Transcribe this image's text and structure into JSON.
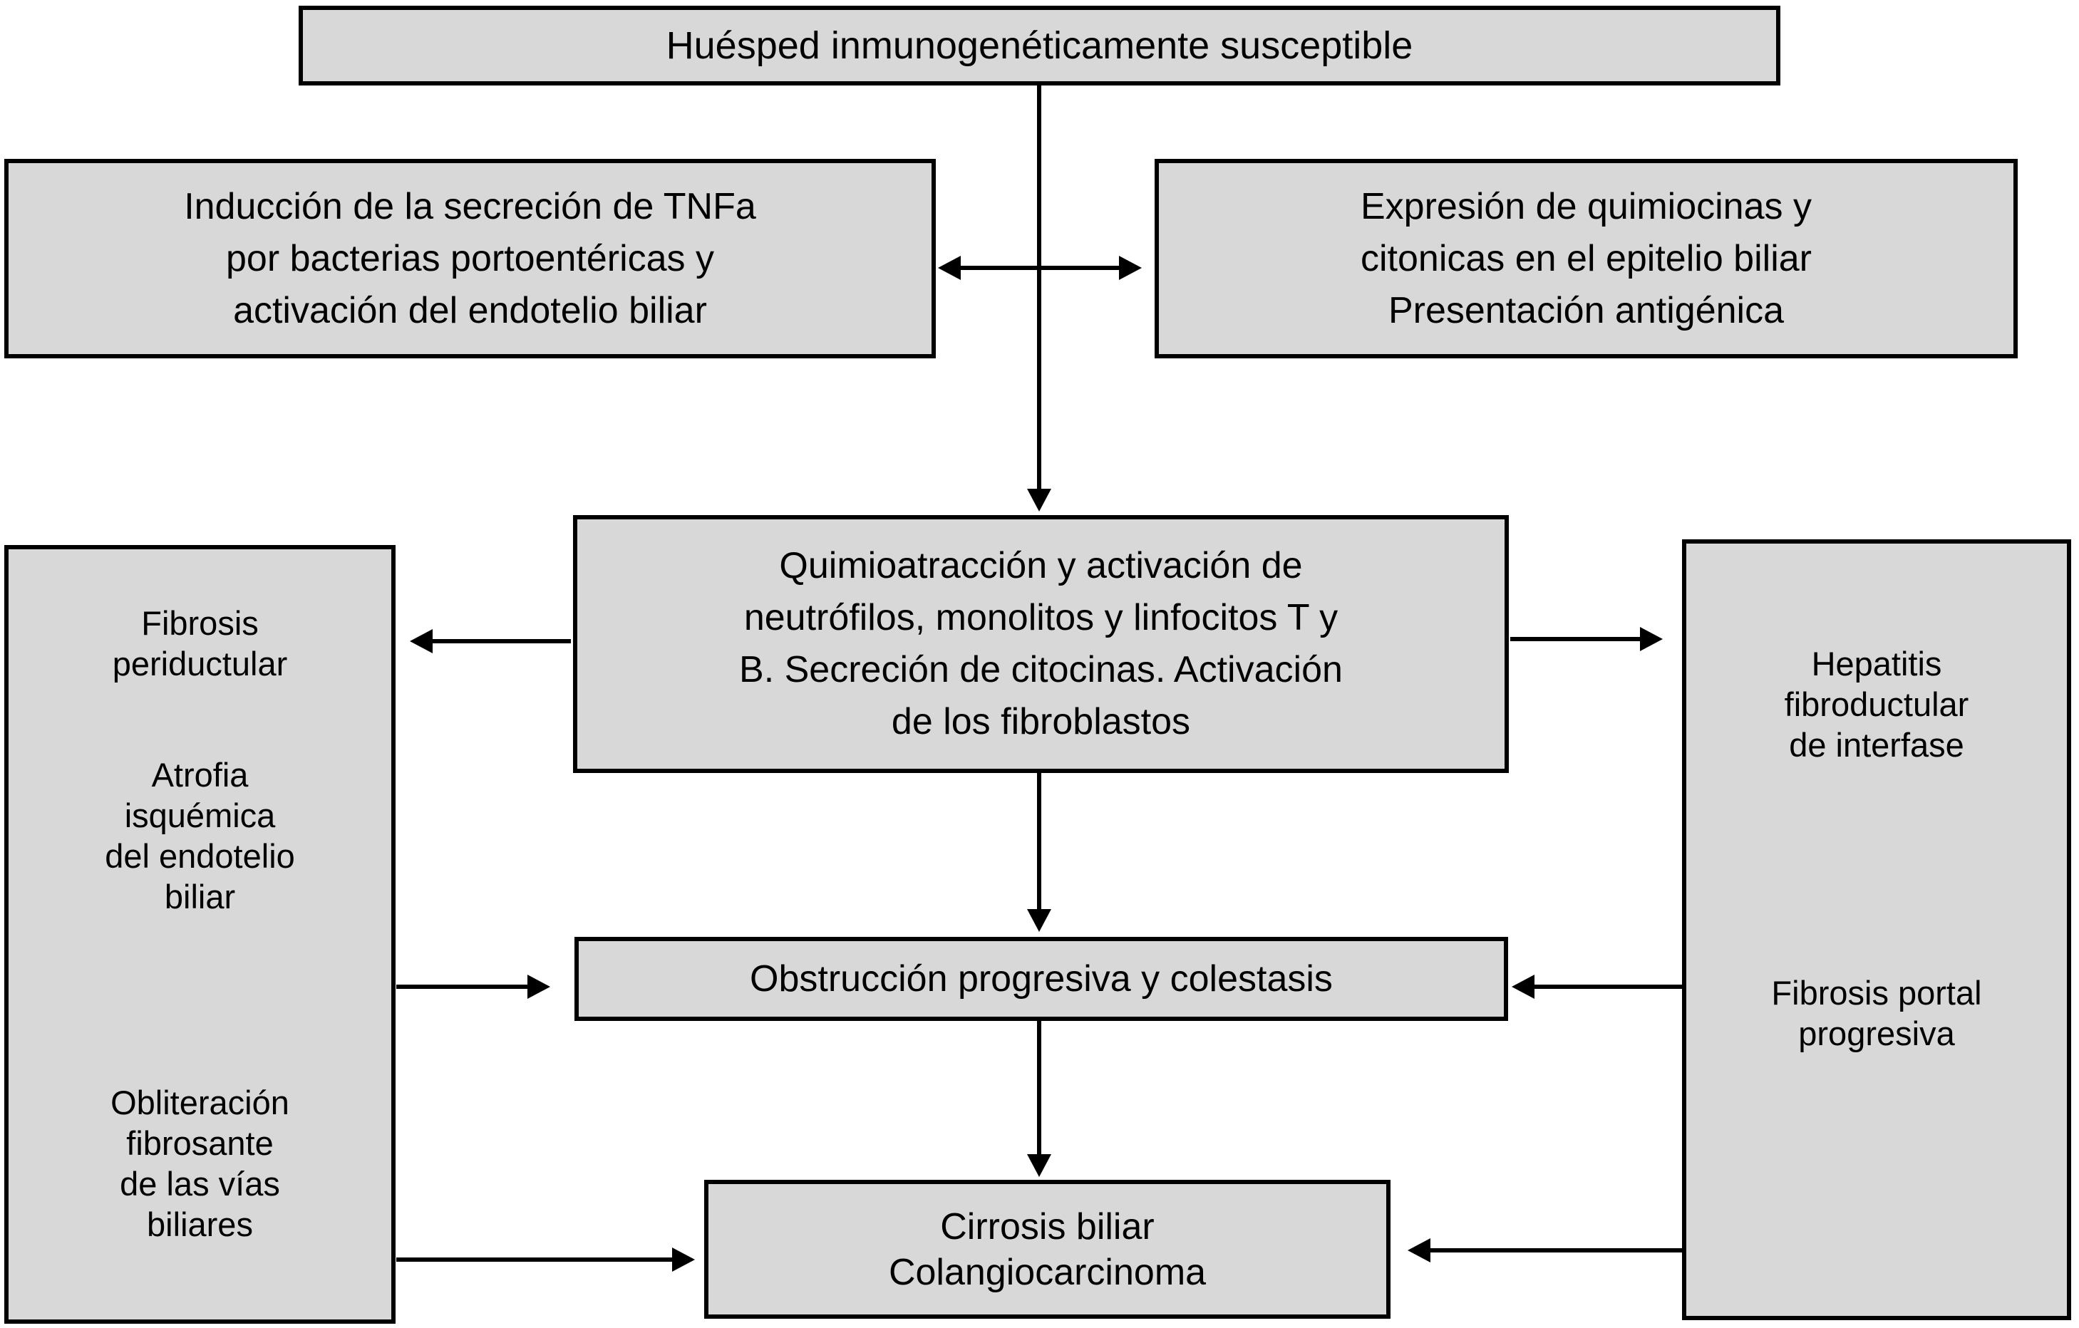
{
  "colors": {
    "background": "#ffffff",
    "box_fill": "#d8d8d8",
    "box_border": "#000000",
    "arrow": "#000000",
    "text": "#000000"
  },
  "nodes": {
    "huesped": "Huésped inmunogenéticamente susceptible",
    "induccion": "Inducción de la secreción de TNFa\npor bacterias portoentéricas y\nactivación del endotelio biliar",
    "expresion": "Expresión de quimiocinas y\ncitonicas en el epitelio biliar\nPresentación antigénica",
    "quimioatraccion": "Quimioatracción y activación de\nneutrófilos, monolitos y linfocitos T y\nB. Secreción de citocinas. Activación\nde los fibroblastos",
    "fibrosis_periductular": "Fibrosis\nperiductular",
    "atrofia_isquemica": "Atrofia\nisquémica\ndel endotelio\nbiliar",
    "obliteracion_fibrosante": "Obliteración\nfibrosante\nde las vías\nbiliares",
    "hepatitis_fibroductular": "Hepatitis\nfibroductular\nde interfase",
    "fibrosis_portal": "Fibrosis portal\nprogresiva",
    "obstruccion": "Obstrucción progresiva y colestasis",
    "cirrosis": "Cirrosis biliar\nColangiocarcinoma"
  },
  "edges": [
    {
      "from": "huesped",
      "to": "quimioatraccion",
      "arrow": "down"
    },
    {
      "from": "induccion",
      "to": "expresion",
      "arrow": "double-horizontal"
    },
    {
      "from": "quimioatraccion",
      "to": "fibrosis_periductular",
      "arrow": "left"
    },
    {
      "from": "quimioatraccion",
      "to": "hepatitis_fibroductular",
      "arrow": "right"
    },
    {
      "from": "quimioatraccion",
      "to": "obstruccion",
      "arrow": "down"
    },
    {
      "from": "left_column",
      "to": "obstruccion",
      "arrow": "right"
    },
    {
      "from": "right_column",
      "to": "obstruccion",
      "arrow": "left"
    },
    {
      "from": "obstruccion",
      "to": "cirrosis",
      "arrow": "down"
    },
    {
      "from": "left_column",
      "to": "cirrosis",
      "arrow": "right"
    },
    {
      "from": "right_column",
      "to": "cirrosis",
      "arrow": "left"
    }
  ]
}
